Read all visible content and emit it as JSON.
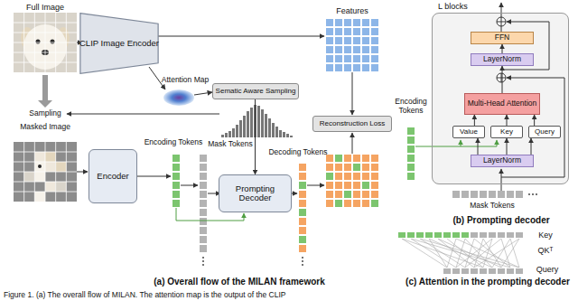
{
  "diagram": {
    "caption": "Figure 1. (a) The overall flow of MILAN. The attention map is the output of the CLIP",
    "nodes": [
      {
        "text": [
          "CLIP Image Encoder"
        ]
      },
      {
        "text": [
          "Sematic Aware Sampling"
        ]
      },
      {
        "text": [
          "Encoder"
        ]
      },
      {
        "text": [
          "Prompting Decoder"
        ]
      },
      {
        "text": [
          "Reconstruction Loss"
        ]
      },
      {
        "text": [
          "L blocks"
        ]
      },
      {
        "text": [
          "FFN"
        ],
        "in": 5
      },
      {
        "text": [
          "LayerNorm"
        ],
        "in": 5
      },
      {
        "text": [
          "Multi-Head Attention"
        ],
        "in": 5
      },
      {
        "text": [
          "Value"
        ],
        "in": 5
      },
      {
        "text": [
          "Key"
        ],
        "in": 5
      },
      {
        "text": [
          "Query"
        ],
        "in": 5
      },
      {
        "text": [
          "LayerNorm"
        ],
        "in": 5
      }
    ],
    "edges": [
      {
        "from": 1,
        "to": 3,
        "arrow": "to"
      },
      {
        "from": 12,
        "to": 9,
        "arrow": "to"
      },
      {
        "from": 12,
        "to": 10,
        "arrow": "to"
      },
      {
        "from": 12,
        "to": 11,
        "arrow": "to"
      },
      {
        "from": 9,
        "to": 8,
        "arrow": "to"
      },
      {
        "from": 10,
        "to": 8,
        "arrow": "to"
      },
      {
        "from": 11,
        "to": 8,
        "arrow": "to"
      },
      {
        "from": 8,
        "to": 7,
        "arrow": "to"
      },
      {
        "from": 7,
        "to": 6,
        "arrow": "to"
      }
    ],
    "labels": [
      "Full Image",
      "Attention Map",
      "Features",
      "Sampling",
      "Masked Image",
      "Encoding Tokens",
      "Mask Tokens",
      "Decoding Tokens",
      "(a) Overall flow of the MILAN framework",
      "Encoding Tokens",
      "Mask Tokens",
      "(b) Prompting decoder",
      "Key",
      "QKᵀ",
      "Query",
      "(c) Attention in the prompting decoder"
    ]
  }
}
